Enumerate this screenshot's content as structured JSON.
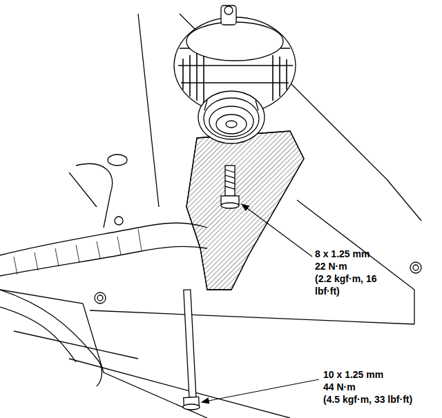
{
  "diagram": {
    "labels": [
      "8 x 1.25 mm",
      "22 N·m",
      "(2.2 kgf·m, 16 lbf·ft)",
      "10 x 1.25 mm",
      "44 N·m",
      "(4.5 kgf·m, 33 lbf·ft)"
    ]
  }
}
